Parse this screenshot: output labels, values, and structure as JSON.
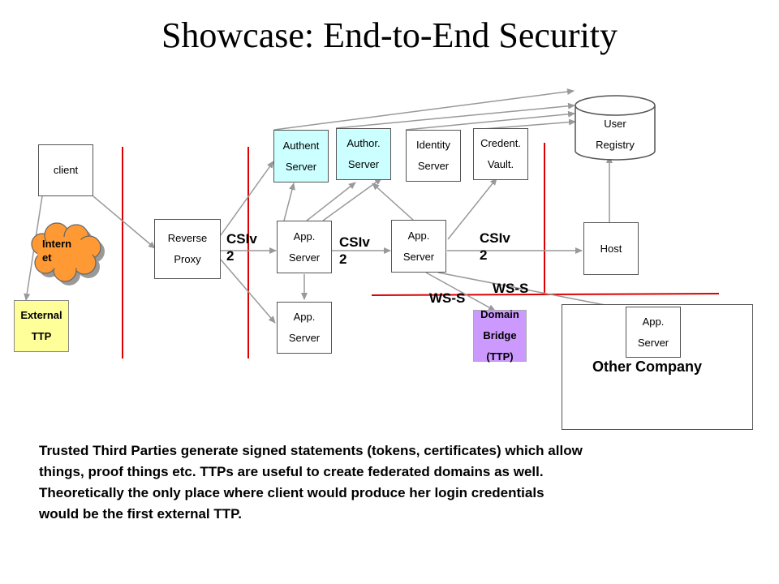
{
  "title": "Showcase: End-to-End Security",
  "nodes": {
    "client": "client",
    "internet": [
      "Intern",
      "et"
    ],
    "external_ttp": [
      "External",
      "TTP"
    ],
    "reverse_proxy": [
      "Reverse",
      "Proxy"
    ],
    "authent_server": [
      "Authent",
      "Server"
    ],
    "author_server": [
      "Author.",
      "Server"
    ],
    "identity_server": [
      "Identity",
      "Server"
    ],
    "credent_vault": [
      "Credent.",
      "Vault."
    ],
    "user_registry": [
      "User",
      "Registry"
    ],
    "app_server_1": [
      "App.",
      "Server"
    ],
    "app_server_2": [
      "App.",
      "Server"
    ],
    "app_server_3": [
      "App.",
      "Server"
    ],
    "app_server_other": [
      "App.",
      "Server"
    ],
    "host": "Host",
    "domain_bridge": [
      "Domain",
      "Bridge",
      "(TTP)"
    ],
    "other_company": "Other Company"
  },
  "protocols": {
    "csiv2_a": [
      "CSIv",
      "2"
    ],
    "csiv2_b": [
      "CSIv",
      "2"
    ],
    "csiv2_c": [
      "CSIv",
      "2"
    ],
    "ws_s_a": "WS-S",
    "ws_s_b": "WS-S"
  },
  "colors": {
    "boundary_line": "#dd0000",
    "arrow": "#999999",
    "cyan_box": "#ccffff",
    "yellow_box": "#ffff99",
    "violet_box": "#cc99ff",
    "cloud": "#ff9933"
  },
  "caption": [
    "Trusted Third Parties generate signed statements (tokens, certificates) which allow",
    "things, proof things etc. TTPs are useful to create federated domains as well.",
    "Theoretically the only place where client would produce her login credentials",
    "would be the first external TTP."
  ]
}
